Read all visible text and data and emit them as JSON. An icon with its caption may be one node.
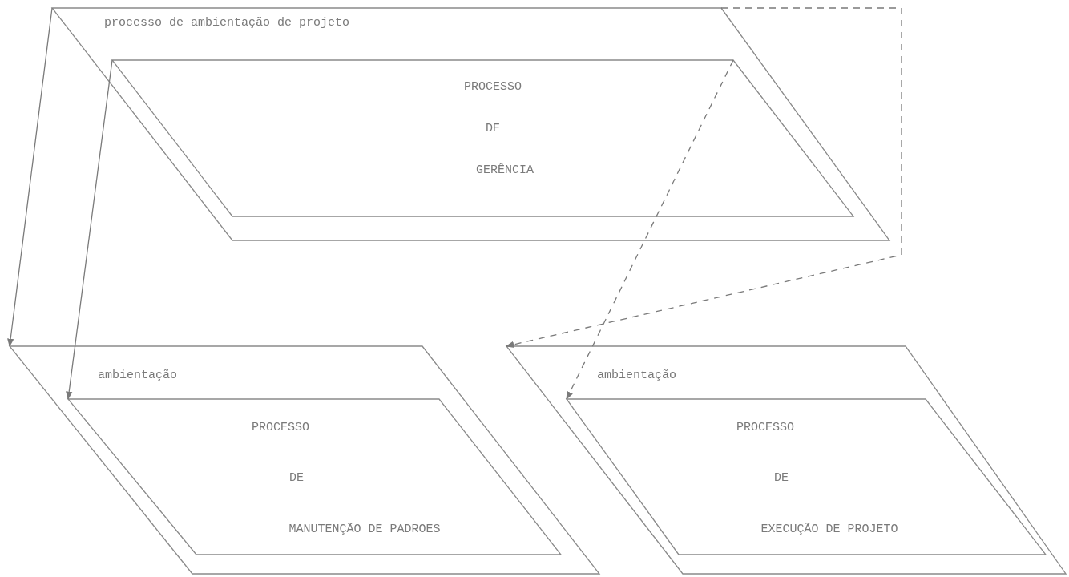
{
  "diagram": {
    "nodes": [
      {
        "text": [
          "processo de ambientação de projeto"
        ]
      },
      {
        "text": [
          "PROCESSO",
          "DE",
          "GERÊNCIA"
        ],
        "in": 0
      },
      {
        "text": [
          "ambientação"
        ]
      },
      {
        "text": [
          "PROCESSO",
          "DE",
          "MANUTENÇÃO DE PADRÕES"
        ],
        "in": 2
      },
      {
        "text": [
          "ambientação"
        ]
      },
      {
        "text": [
          "PROCESSO",
          "DE",
          "EXECUÇÃO DE PROJETO"
        ],
        "in": 4
      }
    ],
    "edges": [
      {
        "from": 0,
        "to": 2,
        "arrow": "to"
      },
      {
        "from": 1,
        "to": 3,
        "arrow": "to"
      },
      {
        "from": 0,
        "to": 4,
        "arrow": "to",
        "style": "dashed"
      },
      {
        "from": 1,
        "to": 5,
        "arrow": "to",
        "style": "dashed"
      }
    ]
  }
}
